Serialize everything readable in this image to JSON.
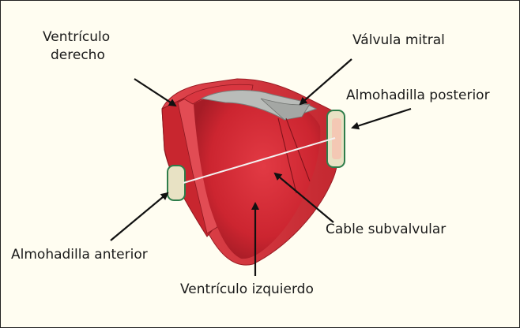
{
  "labels": {
    "ventriculo_derecho_line1": "Ventrículo",
    "ventriculo_derecho_line2": "derecho",
    "valvula_mitral": "Válvula mitral",
    "almohadilla_posterior": "Almohadilla posterior",
    "cable_subvalvular": "Cable subvalvular",
    "almohadilla_anterior": "Almohadilla anterior",
    "ventriculo_izquierdo": "Ventrículo izquierdo"
  },
  "colors": {
    "background": "#fffdf1",
    "muscle": "#d8303a",
    "muscle_dark": "#a8202a",
    "valve": "#b9bcb9",
    "pad": "#e8e2c4",
    "pad_edge": "#2e7d4a",
    "arrow": "#111111"
  }
}
